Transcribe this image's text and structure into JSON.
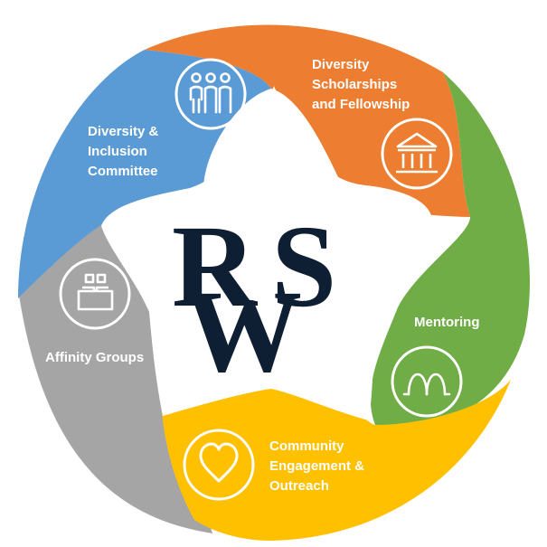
{
  "segments": [
    {
      "key": "scholarships",
      "label": "Diversity\nScholarships\nand Fellowship",
      "icon": "building-columns-icon",
      "color": "#ed7d31"
    },
    {
      "key": "mentoring",
      "label": "Mentoring",
      "icon": "two-people-icon",
      "color": "#70ad47"
    },
    {
      "key": "community",
      "label": "Community\nEngagement &\nOutreach",
      "icon": "heart-icon",
      "color": "#ffc000"
    },
    {
      "key": "affinity",
      "label": "Affinity Groups",
      "icon": "people-at-table-icon",
      "color": "#a5a5a5"
    },
    {
      "key": "committee",
      "label": "Diversity &\nInclusion\nCommittee",
      "icon": "three-people-icon",
      "color": "#5b9bd5"
    }
  ],
  "logo": {
    "letters": [
      "R",
      "S",
      "W"
    ],
    "color": "#0f1f33"
  }
}
